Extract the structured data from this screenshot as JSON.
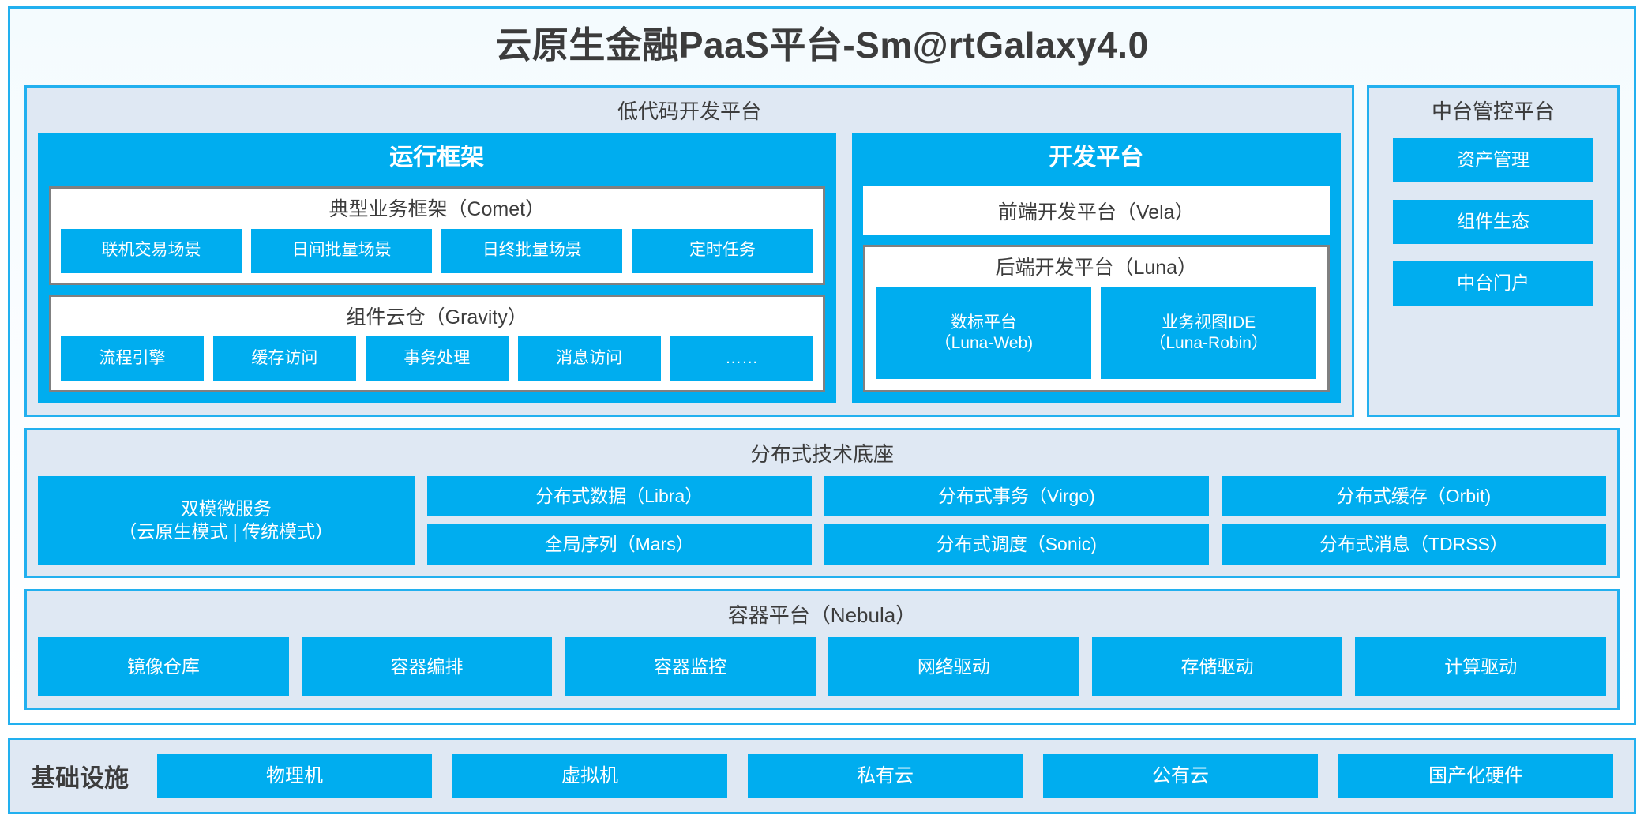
{
  "platform": {
    "title": "云原生金融PaaS平台-Sm@rtGalaxy4.0",
    "colors": {
      "accent_blue": "#00adef",
      "border_blue": "#22b0ef",
      "panel_fill": "#dfe8f3",
      "card_border_gray": "#808080",
      "text_dark": "#3c3c3c",
      "chip_text": "#ffffff"
    }
  },
  "lowcode": {
    "title": "低代码开发平台",
    "runtime": {
      "title": "运行框架",
      "comet": {
        "title": "典型业务框架（Comet）",
        "items": [
          "联机交易场景",
          "日间批量场景",
          "日终批量场景",
          "定时任务"
        ]
      },
      "gravity": {
        "title": "组件云仓（Gravity）",
        "items": [
          "流程引擎",
          "缓存访问",
          "事务处理",
          "消息访问",
          "……"
        ]
      }
    },
    "devplatform": {
      "title": "开发平台",
      "frontend": "前端开发平台（Vela）",
      "backend": {
        "title": "后端开发平台（Luna）",
        "items": [
          "数标平台\n（Luna-Web)",
          "业务视图IDE\n（Luna-Robin）"
        ]
      }
    }
  },
  "midoffice": {
    "title": "中台管控平台",
    "items": [
      "资产管理",
      "组件生态",
      "中台门户"
    ]
  },
  "base": {
    "title": "分布式技术底座",
    "wide_item": "双模微服务\n（云原生模式 | 传统模式）",
    "columns": [
      [
        "分布式数据（Libra）",
        "全局序列（Mars）"
      ],
      [
        "分布式事务（Virgo)",
        "分布式调度（Sonic)"
      ],
      [
        "分布式缓存（Orbit)",
        "分布式消息（TDRSS）"
      ]
    ]
  },
  "container": {
    "title": "容器平台（Nebula）",
    "items": [
      "镜像仓库",
      "容器编排",
      "容器监控",
      "网络驱动",
      "存储驱动",
      "计算驱动"
    ]
  },
  "infrastructure": {
    "label": "基础设施",
    "items": [
      "物理机",
      "虚拟机",
      "私有云",
      "公有云",
      "国产化硬件"
    ]
  }
}
